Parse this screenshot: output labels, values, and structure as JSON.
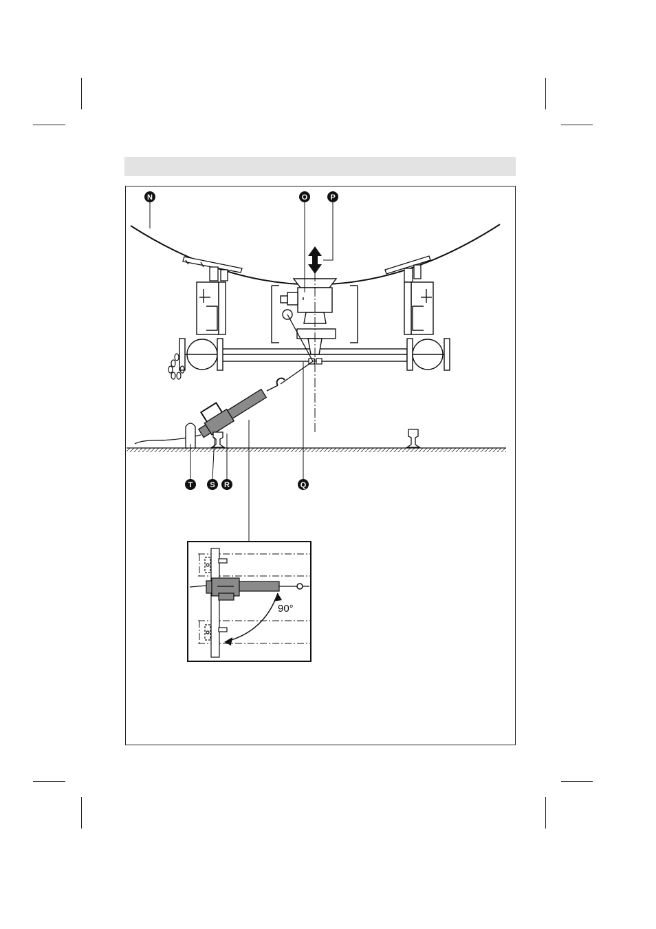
{
  "callouts": {
    "N": "N",
    "O": "O",
    "P": "P",
    "Q": "Q",
    "R": "R",
    "S": "S",
    "T": "T"
  },
  "inset": {
    "angle_label": "90°"
  },
  "colors": {
    "line": "#111111",
    "device_fill": "#8a8a8a",
    "header_band": "#e3e3e3"
  }
}
